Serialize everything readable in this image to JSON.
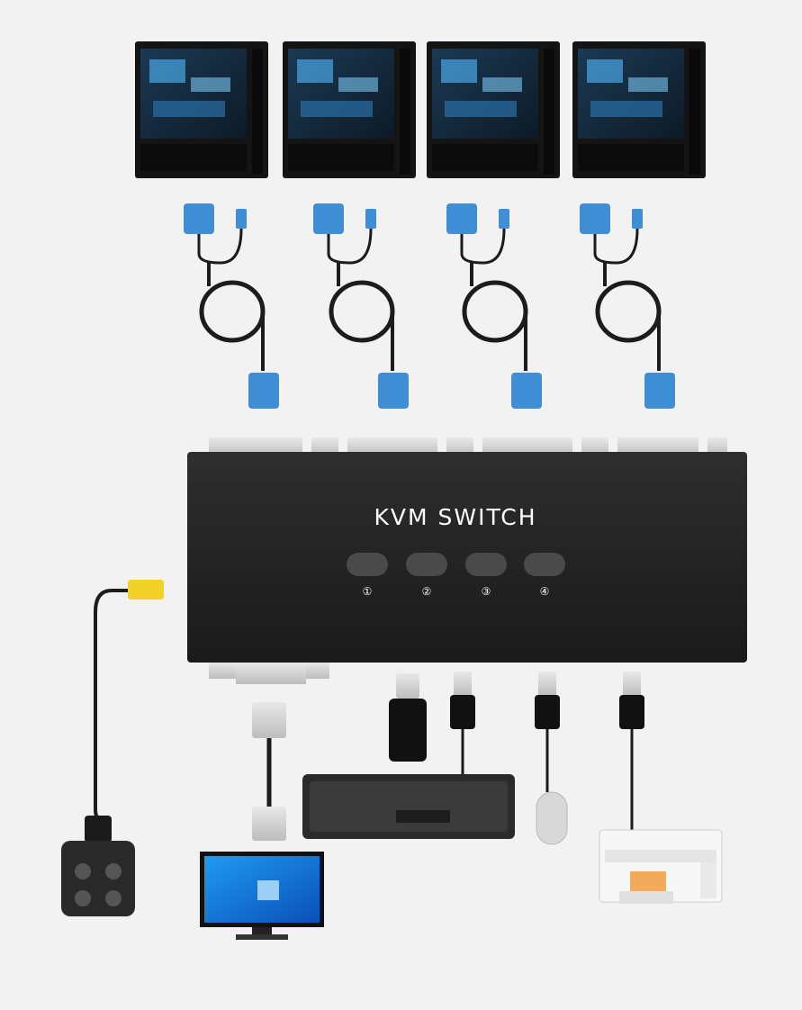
{
  "switch": {
    "label": "KVM SWITCH",
    "ports": [
      "①",
      "②",
      "③",
      "④"
    ]
  },
  "colors": {
    "background": "#f2f2f2",
    "switch_body": "#242424",
    "vga_blue": "#3f8ed6",
    "cable": "#1c1c1c",
    "wired_remote_plug": "#f2d22a"
  },
  "icons": {
    "computers": "pc-tower-icon",
    "monitor": "monitor-icon",
    "keyboard": "keyboard-icon",
    "mouse": "mouse-icon",
    "printer": "printer-icon",
    "usb_receiver": "usb-receiver-icon",
    "wired_remote": "wired-remote-icon"
  }
}
